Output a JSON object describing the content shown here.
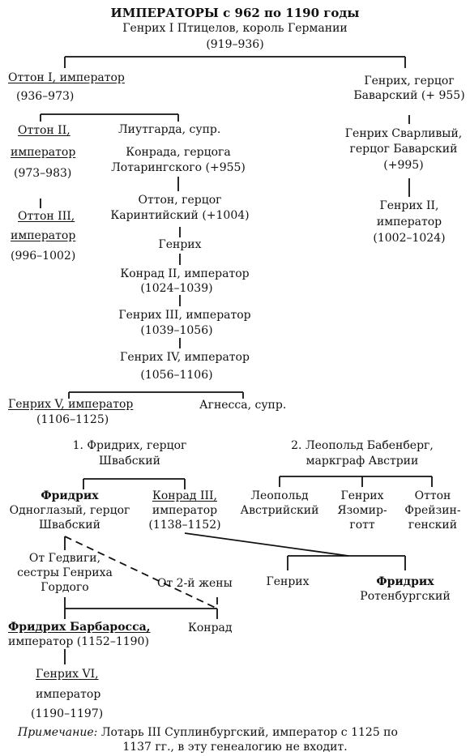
{
  "title": "ИМПЕРАТОРЫ с 962 по 1190 годы",
  "root": {
    "name": "Генрих I Птицелов, король Германии",
    "years": "(919–936)"
  },
  "left_branch": {
    "otto1": {
      "name": "Оттон I, император",
      "years": "(936–973)"
    },
    "otto2": {
      "name1": "Оттон II,",
      "name2": "император",
      "years": "(973–983)"
    },
    "otto3": {
      "name1": "Оттон III,",
      "name2": "император",
      "years": "(996–1002)"
    },
    "liutgard": "Лиутгарда, супр.",
    "konrad_lorr": {
      "line1": "Конрада, герцога",
      "line2": "Лотарингского  (+955)"
    },
    "otto_karn": {
      "line1": "Оттон, герцог",
      "line2": "Каринтийский  (+1004)"
    },
    "heinrich": "Генрих",
    "konrad2": {
      "name": "Конрад II, император",
      "years": "(1024–1039)"
    },
    "heinrich3": {
      "name": "Генрих III, император",
      "years": "(1039–1056)"
    },
    "heinrich4": {
      "name": "Генрих IV, император",
      "years": "(1056–1106)"
    },
    "heinrich5": {
      "name": "Генрих V, император",
      "years": "(1106–1125)"
    },
    "agnes": "Агнесса, супр."
  },
  "right_branch": {
    "heinrich_bav": {
      "line1": "Генрих, герцог",
      "line2": "Баварский  (+ 955)"
    },
    "heinrich_svarl": {
      "line1": "Генрих Сварливый,",
      "line2": "герцог Баварский",
      "line3": "(+995)"
    },
    "heinrich2": {
      "line1": "Генрих II,",
      "line2": "император",
      "years": "(1002–1024)"
    }
  },
  "staufen": {
    "friedrich1": {
      "line1": "1. Фридрих, герцог",
      "line2": "Швабский"
    },
    "friedrich_one_eyed": {
      "line1": "Фридрих",
      "line2": "Одноглазый, герцог",
      "line3": "Швабский"
    },
    "konrad3": {
      "line1": "Конрад III,",
      "line2": "император",
      "years": "(1138–1152)"
    },
    "from_hedwig": {
      "line1": "От Гедвиги,",
      "line2": "сестры Генриха",
      "line3": "Гордого"
    },
    "from_second": "От 2-й жены",
    "barbarossa": {
      "name": "Фридрих Барбаросса,",
      "line2": "император  (1152–1190)"
    },
    "konrad": "Конрад",
    "heinrich6": {
      "line1": "Генрих VI,",
      "line2": "император",
      "years": "(1190–1197)"
    },
    "heinrich_son": "Генрих",
    "friedrich_roth": {
      "line1": "Фридрих",
      "line2": "Ротенбургский"
    }
  },
  "babenberg": {
    "leopold": {
      "line1": "2. Леопольд Бабенберг,",
      "line2": "маркграф Австрии"
    },
    "leopold_aus": {
      "line1": "Леопольд",
      "line2": "Австрийский"
    },
    "heinrich_jaz": {
      "line1": "Генрих",
      "line2": "Язомир-",
      "line3": "готт"
    },
    "otto_freis": {
      "line1": "Оттон",
      "line2": "Фрейзин-",
      "line3": "генский"
    }
  },
  "note": {
    "label": "Примечание:",
    "line1": " Лотарь III Суплинбургский, император с 1125 по",
    "line2": "1137 гг., в эту генеалогию не входит."
  }
}
